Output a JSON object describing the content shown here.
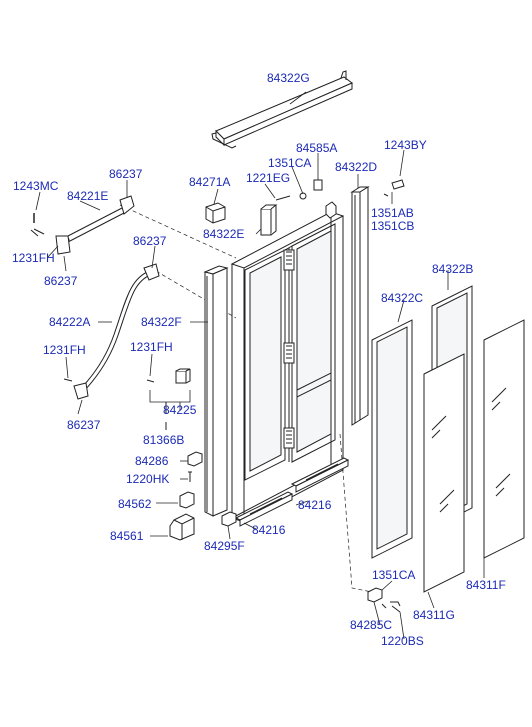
{
  "colors": {
    "label": "#1c2bb5",
    "line": "#222222",
    "glass": "#f4f6f7"
  },
  "labels": {
    "p84322G": "84322G",
    "p84585A": "84585A",
    "p1351CA_top": "1351CA",
    "p84322D": "84322D",
    "p1243BY": "1243BY",
    "p86237_top": "86237",
    "p1243MC": "1243MC",
    "p84221E": "84221E",
    "p84271A": "84271A",
    "p1221EG": "1221EG",
    "p1351AB": "1351AB",
    "p1351CB": "1351CB",
    "p84322E": "84322E",
    "p1231FH_top": "1231FH",
    "p86237_a": "86237",
    "p86237_b": "86237",
    "p84322B": "84322B",
    "p84322C": "84322C",
    "p84222A": "84222A",
    "p84322F": "84322F",
    "p1231FH_mid": "1231FH",
    "p1231FH_left": "1231FH",
    "p84225": "84225",
    "p86237_bottom": "86237",
    "p81366B": "81366B",
    "p84286": "84286",
    "p1220HK": "1220HK",
    "p84216_right": "84216",
    "p84562": "84562",
    "p84216_left": "84216",
    "p84561": "84561",
    "p84295F": "84295F",
    "p1351CA_bottom": "1351CA",
    "p84311F": "84311F",
    "p84311G": "84311G",
    "p84285C": "84285C",
    "p1220BS": "1220BS"
  }
}
